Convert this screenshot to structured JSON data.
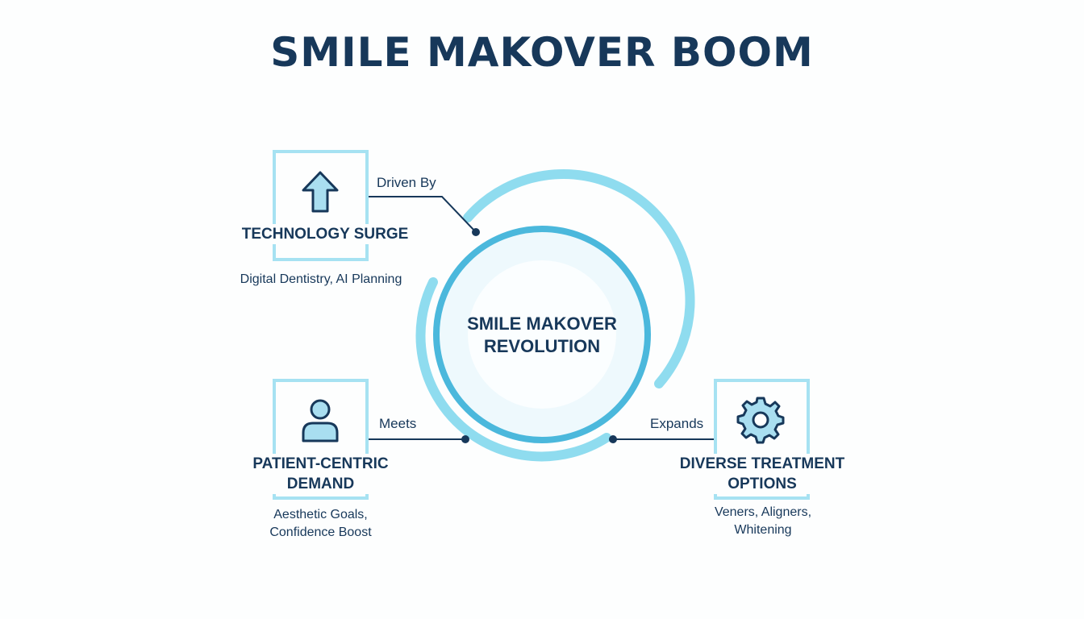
{
  "title": "SMILE MAKOVER BOOM",
  "center": {
    "line1": "SMILE MAKOVER",
    "line2": "REVOLUTION"
  },
  "nodes": {
    "technology": {
      "label": "TECHNOLOGY SURGE",
      "description": "Digital Dentistry, AI Planning",
      "icon": "arrow-up-icon",
      "edge_label": "Driven By"
    },
    "patient": {
      "label_line1": "PATIENT-CENTRIC",
      "label_line2": "DEMAND",
      "description_line1": "Aesthetic Goals,",
      "description_line2": "Confidence Boost",
      "icon": "person-icon",
      "edge_label": "Meets"
    },
    "treatment": {
      "label_line1": "DIVERSE TREATMENT",
      "label_line2": "OPTIONS",
      "description_line1": "Veners, Aligners,",
      "description_line2": "Whitening",
      "icon": "gear-icon",
      "edge_label": "Expands"
    }
  },
  "colors": {
    "navy": "#17385a",
    "accent": "#4bb8dc",
    "accent_light": "#8fdcef",
    "box_border": "#a6e2f2",
    "icon_fill": "#a9def0",
    "center_fill": "#eef9fd"
  }
}
